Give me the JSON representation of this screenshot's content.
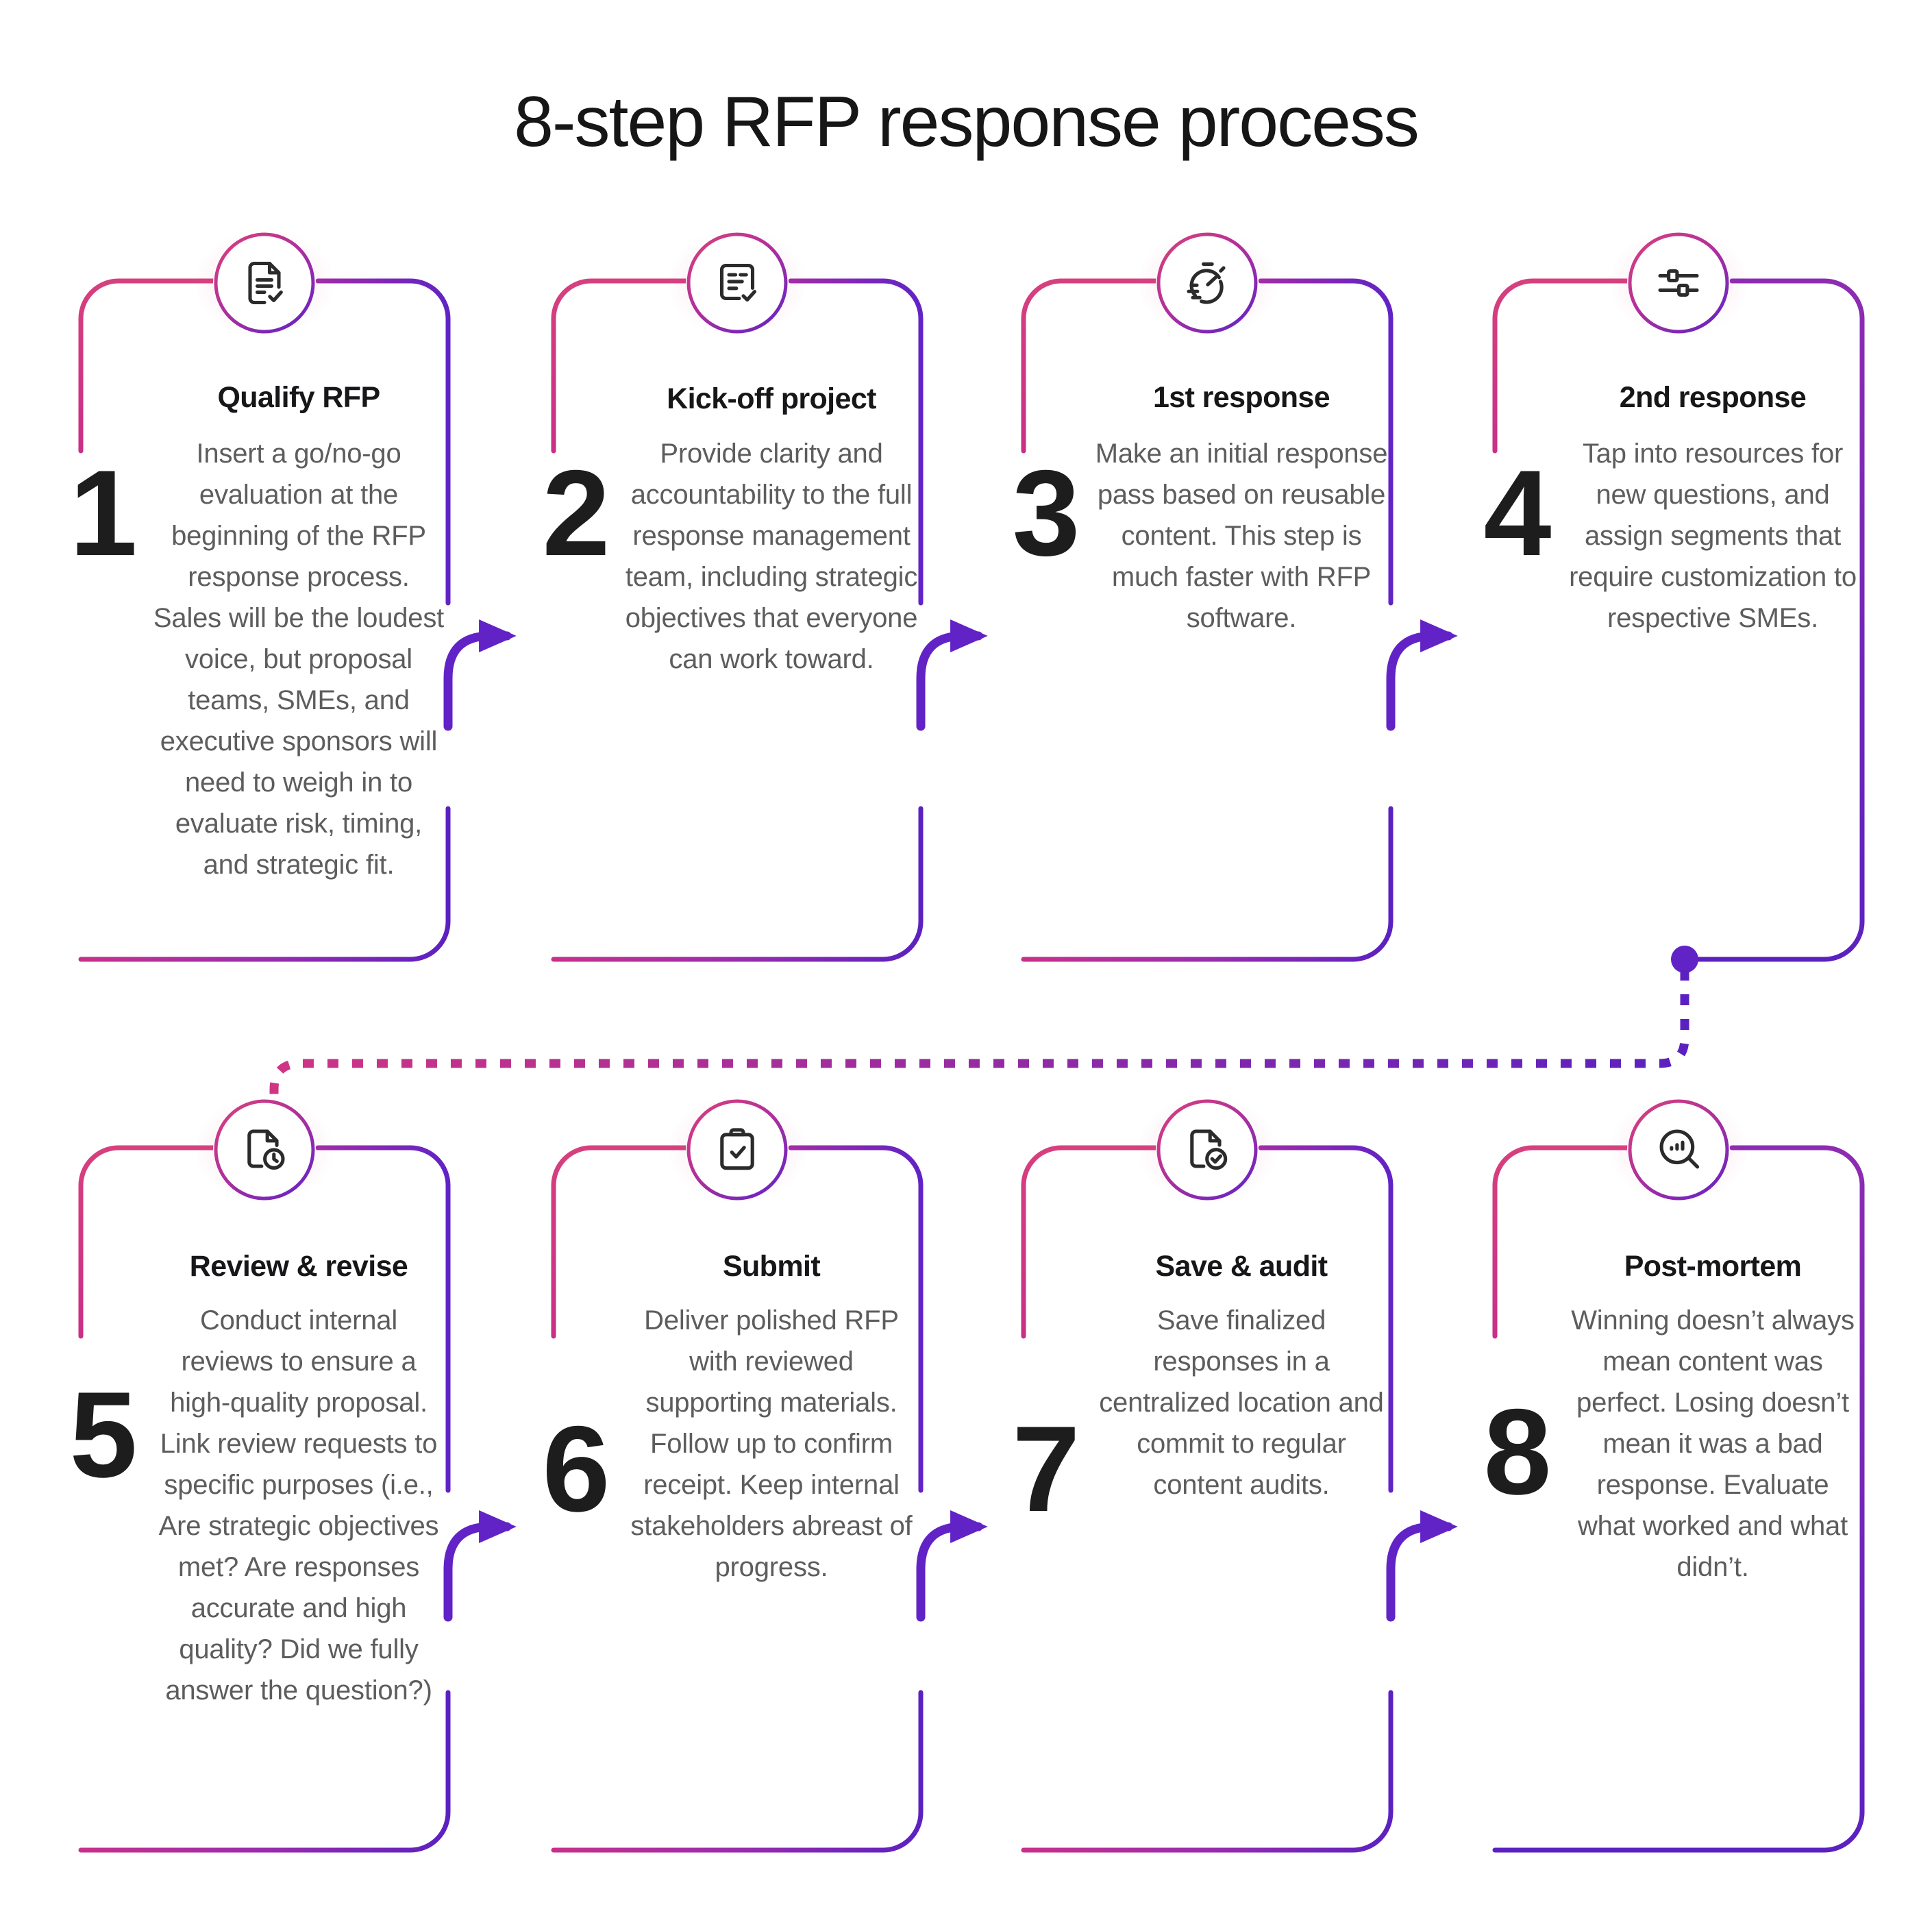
{
  "title": "8-step RFP response process",
  "colors": {
    "pink": "#d6407e",
    "magenta": "#c62c86",
    "purple": "#6123c6",
    "deep_purple": "#5b21c0",
    "heading": "#17171a",
    "body": "#5d5d5d",
    "number": "#1d1d1d",
    "background": "#ffffff"
  },
  "rows": [
    {
      "label": "row-1",
      "steps": [
        0,
        1,
        2,
        3
      ]
    },
    {
      "label": "row-2",
      "steps": [
        4,
        5,
        6,
        7
      ]
    }
  ],
  "steps": [
    {
      "number": "1",
      "heading": "Qualify RFP",
      "body": "Insert a go/no-go evaluation at the beginning of the RFP response process. Sales will be the loudest voice, but proposal teams, SMEs, and executive sponsors will need to weigh in to evaluate risk, timing, and strategic fit.",
      "icon": "document-check-icon"
    },
    {
      "number": "2",
      "heading": "Kick-off project",
      "body": "Provide clarity and accountability to the full response management team, including strategic objectives that everyone can work toward.",
      "icon": "form-check-icon"
    },
    {
      "number": "3",
      "heading": "1st response",
      "body": "Make an initial response pass based on reusable content. This step is much faster with RFP software.",
      "icon": "stopwatch-speed-icon"
    },
    {
      "number": "4",
      "heading": "2nd response",
      "body": "Tap into resources for new questions, and assign segments that require customization to respective SMEs.",
      "icon": "sliders-icon"
    },
    {
      "number": "5",
      "heading": "Review & revise",
      "body": "Conduct internal reviews to ensure a high-quality proposal. Link review requests to specific purposes (i.e., Are strategic objectives met? Are responses accurate and high quality? Did we fully answer the question?)",
      "icon": "document-clock-icon"
    },
    {
      "number": "6",
      "heading": "Submit",
      "body": "Deliver polished RFP with reviewed supporting materials. Follow up to confirm receipt. Keep internal stakeholders abreast of progress.",
      "icon": "clipboard-check-icon"
    },
    {
      "number": "7",
      "heading": "Save & audit",
      "body": "Save finalized responses in a centralized location and commit to regular content audits.",
      "icon": "file-check-circle-icon"
    },
    {
      "number": "8",
      "heading": "Post-mortem",
      "body": "Winning doesn’t always mean content was perfect. Losing doesn’t mean it was a bad response. Evaluate what worked and what didn’t.",
      "icon": "speech-search-icon"
    }
  ],
  "connectors": {
    "arrows": [
      "arrow-step1-to-step2",
      "arrow-step2-to-step3",
      "arrow-step3-to-step4",
      "arrow-step5-to-step6",
      "arrow-step6-to-step7",
      "arrow-step7-to-step8"
    ],
    "row_link": "dotted-connector-row1-to-row2"
  }
}
